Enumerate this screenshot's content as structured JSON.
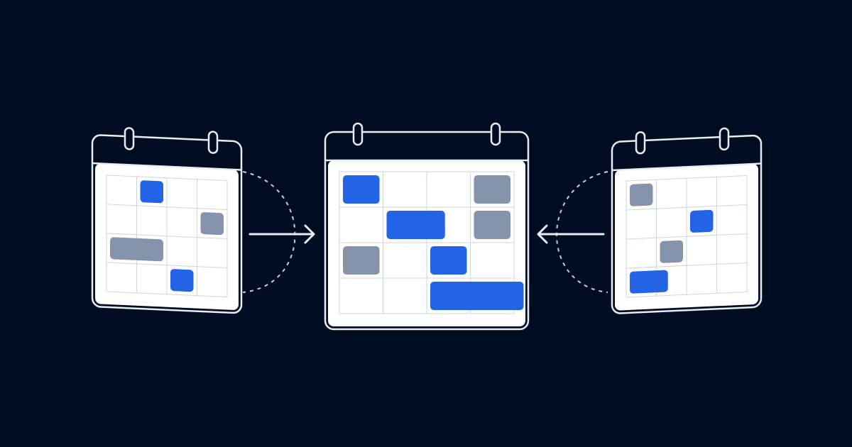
{
  "illustration": {
    "concept": "calendar-merge",
    "colors": {
      "background": "#000c21",
      "outline": "#e8ecf3",
      "page": "#ffffff",
      "grid_line": "#cdd3df",
      "event_blue": "#2264e5",
      "event_gray": "#8593ab",
      "connector": "#c9ced8"
    },
    "calendars": [
      {
        "name": "left-calendar",
        "grid": {
          "rows": 4,
          "cols": 4
        },
        "events": [
          {
            "kind": "blue",
            "row": 0,
            "col": 1,
            "span": 1
          },
          {
            "kind": "gray",
            "row": 1,
            "col": 3,
            "span": 1
          },
          {
            "kind": "gray",
            "row": 2,
            "col": 0,
            "span": 2
          },
          {
            "kind": "blue",
            "row": 3,
            "col": 2,
            "span": 1
          }
        ]
      },
      {
        "name": "center-calendar",
        "grid": {
          "rows": 4,
          "cols": 4
        },
        "events": [
          {
            "kind": "blue",
            "row": 0,
            "col": 0,
            "span": 1
          },
          {
            "kind": "gray",
            "row": 0,
            "col": 3,
            "span": 1
          },
          {
            "kind": "blue",
            "row": 1,
            "col": 1,
            "span": 1.5
          },
          {
            "kind": "gray",
            "row": 1,
            "col": 3,
            "span": 1
          },
          {
            "kind": "gray",
            "row": 2,
            "col": 0,
            "span": 1
          },
          {
            "kind": "blue",
            "row": 2,
            "col": 2,
            "span": 1
          },
          {
            "kind": "blue",
            "row": 3,
            "col": 2,
            "span": 2.3
          }
        ]
      },
      {
        "name": "right-calendar",
        "grid": {
          "rows": 4,
          "cols": 4
        },
        "events": [
          {
            "kind": "gray",
            "row": 0,
            "col": 0,
            "span": 1
          },
          {
            "kind": "blue",
            "row": 1,
            "col": 2,
            "span": 1
          },
          {
            "kind": "gray",
            "row": 2,
            "col": 1,
            "span": 1
          },
          {
            "kind": "blue",
            "row": 3,
            "col": 0,
            "span": 1.5
          }
        ]
      }
    ],
    "arrows": [
      {
        "name": "left-to-center-arrow",
        "direction": "right"
      },
      {
        "name": "right-to-center-arrow",
        "direction": "left"
      }
    ]
  }
}
